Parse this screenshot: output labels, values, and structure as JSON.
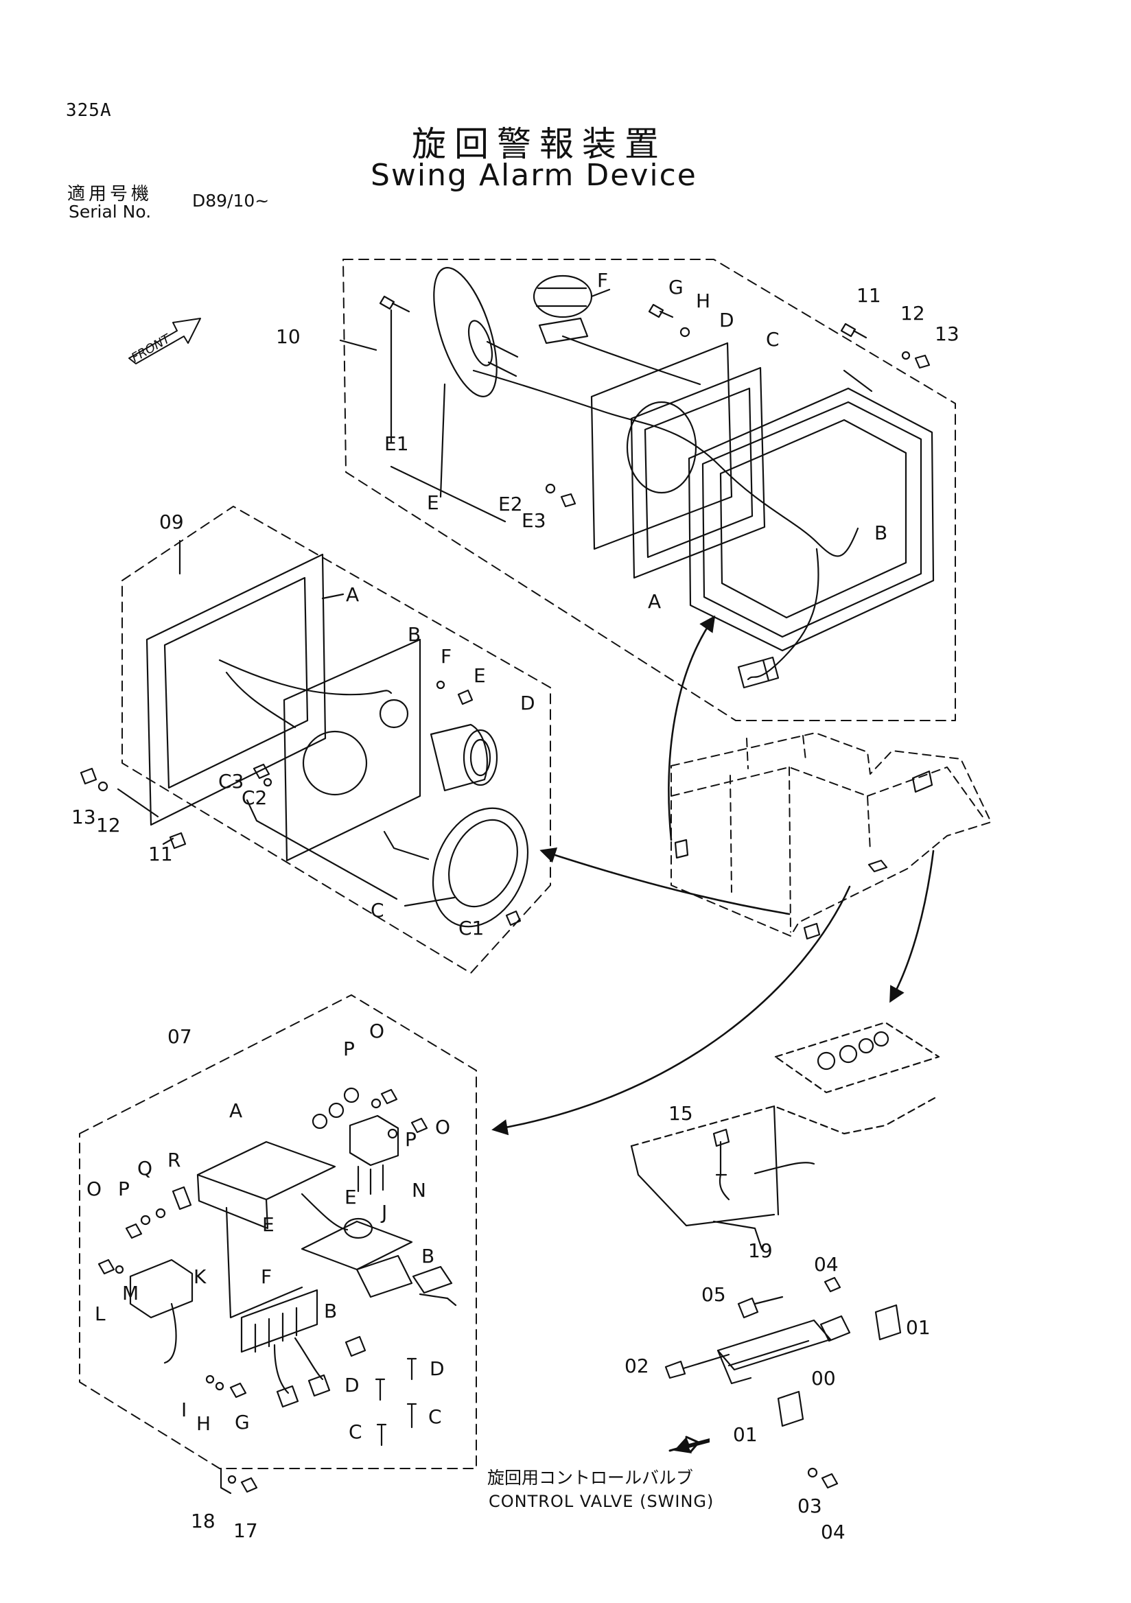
{
  "page_code": "325A",
  "title_jp": "旋回警報装置",
  "title_en": "Swing Alarm Device",
  "serial": {
    "label_jp": "適用号機",
    "label_en": "Serial No.",
    "value": "D89/10~"
  },
  "front_marker": "FRONT",
  "caption_jp": "旋回用コントロールバルブ",
  "caption_en": "CONTROL VALVE (SWING)",
  "groups": {
    "g10": {
      "number": "10",
      "callouts": [
        "F",
        "G",
        "H",
        "D",
        "C",
        "11",
        "12",
        "13",
        "E1",
        "E",
        "E2",
        "E3",
        "A",
        "B"
      ]
    },
    "g09": {
      "number": "09",
      "callouts": [
        "A",
        "B",
        "F",
        "E",
        "D",
        "C3",
        "C2",
        "13",
        "12",
        "11",
        "C",
        "C1"
      ]
    },
    "g07": {
      "number": "07",
      "callouts": [
        "A",
        "O",
        "P",
        "P",
        "O",
        "R",
        "Q",
        "P",
        "O",
        "N",
        "E",
        "E",
        "J",
        "K",
        "M",
        "L",
        "B",
        "B",
        "F",
        "I",
        "H",
        "G",
        "D",
        "D",
        "C",
        "C",
        "18",
        "17"
      ]
    },
    "valve": {
      "callouts": [
        "15",
        "19",
        "04",
        "05",
        "02",
        "00",
        "01",
        "01",
        "03",
        "04"
      ]
    }
  }
}
